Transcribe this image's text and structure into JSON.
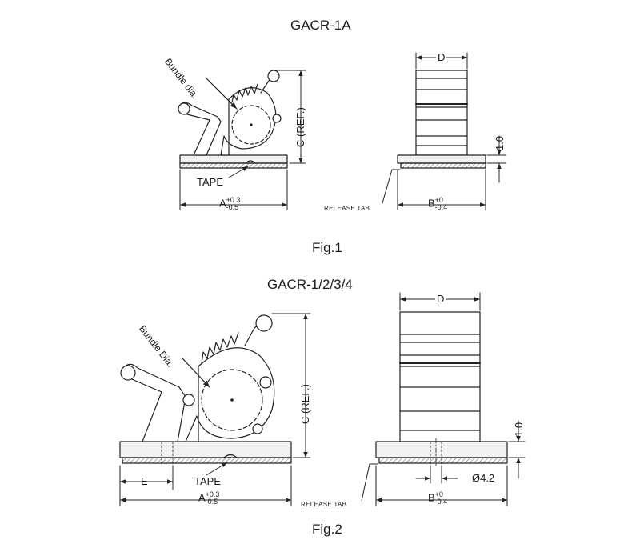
{
  "figure1": {
    "title": "GACR-1A",
    "caption": "Fig.1",
    "bundle_label": "Bundle dia.",
    "tape_label": "TAPE",
    "release_tab_label": "RELEASE TAB",
    "dim_a": "A",
    "dim_a_upper": "+0.3",
    "dim_a_lower": "-0.5",
    "dim_b": "B",
    "dim_b_upper": "+0",
    "dim_b_lower": "-0.4",
    "dim_c": "C (REF.)",
    "dim_d": "D",
    "dim_thickness": "1.0"
  },
  "figure2": {
    "title": "GACR-1/2/3/4",
    "caption": "Fig.2",
    "bundle_label": "Bundle Dia.",
    "tape_label": "TAPE",
    "release_tab_label": "RELEASE TAB",
    "dim_a": "A",
    "dim_a_upper": "+0.3",
    "dim_a_lower": "-0.5",
    "dim_b": "B",
    "dim_b_upper": "+0",
    "dim_b_lower": "-0.4",
    "dim_c": "C (REF.)",
    "dim_d": "D",
    "dim_e": "E",
    "dim_thickness": "1.0",
    "dim_hole": "Ø4.2"
  }
}
